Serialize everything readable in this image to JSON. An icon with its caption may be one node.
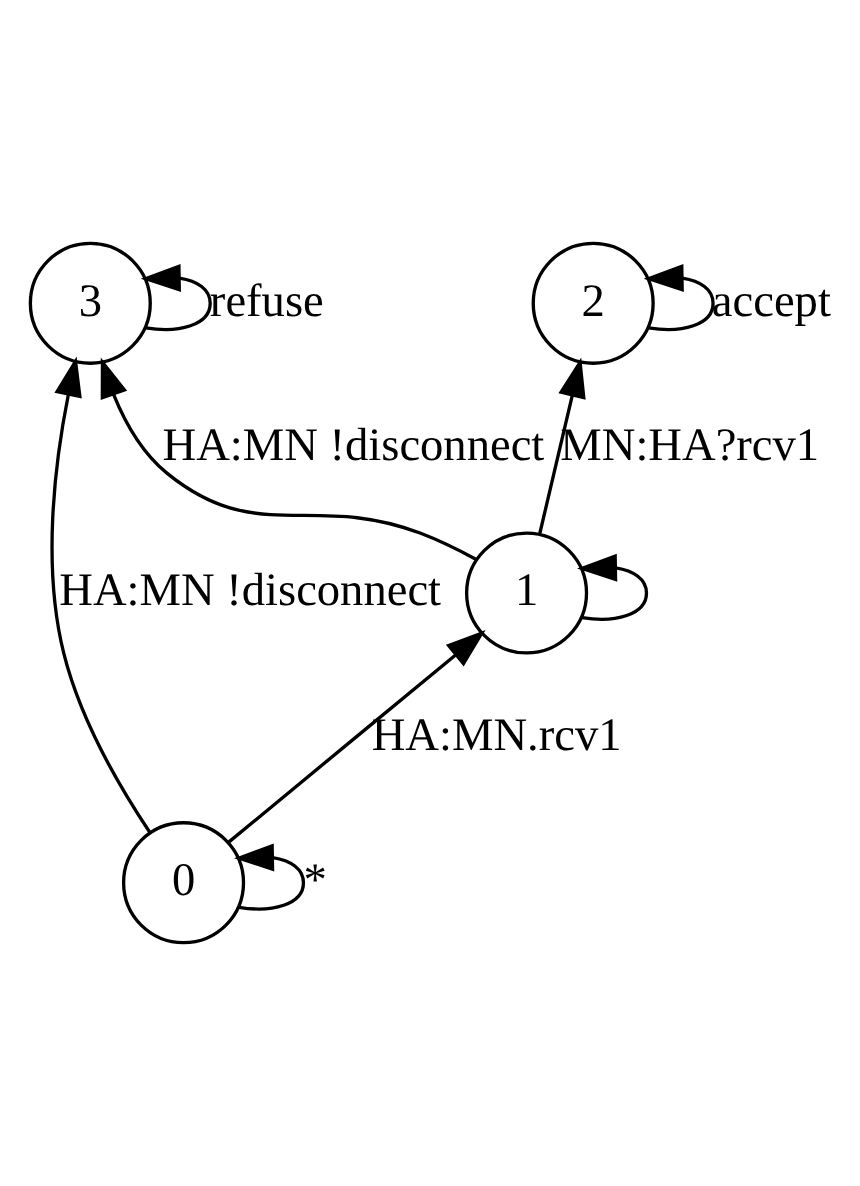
{
  "diagram": {
    "nodes": [
      {
        "text": [
          "2"
        ]
      },
      {
        "text": [
          "3"
        ]
      },
      {
        "text": [
          "1"
        ]
      },
      {
        "text": [
          "0"
        ]
      }
    ],
    "edges": [
      {
        "from": 3,
        "to": 3,
        "arrow": "to",
        "label": "*"
      },
      {
        "from": 3,
        "to": 2,
        "arrow": "to",
        "label": "HA:MN.rcv1"
      },
      {
        "from": 3,
        "to": 1,
        "arrow": "to",
        "label": "HA:MN !disconnect"
      },
      {
        "from": 2,
        "to": 2,
        "arrow": "to"
      },
      {
        "from": 2,
        "to": 0,
        "arrow": "to",
        "label": "MN:HA?rcv1"
      },
      {
        "from": 2,
        "to": 1,
        "arrow": "to",
        "label": "HA:MN !disconnect"
      },
      {
        "from": 0,
        "to": 0,
        "arrow": "to",
        "label": "accept"
      },
      {
        "from": 1,
        "to": 1,
        "arrow": "to",
        "label": "refuse"
      }
    ]
  }
}
